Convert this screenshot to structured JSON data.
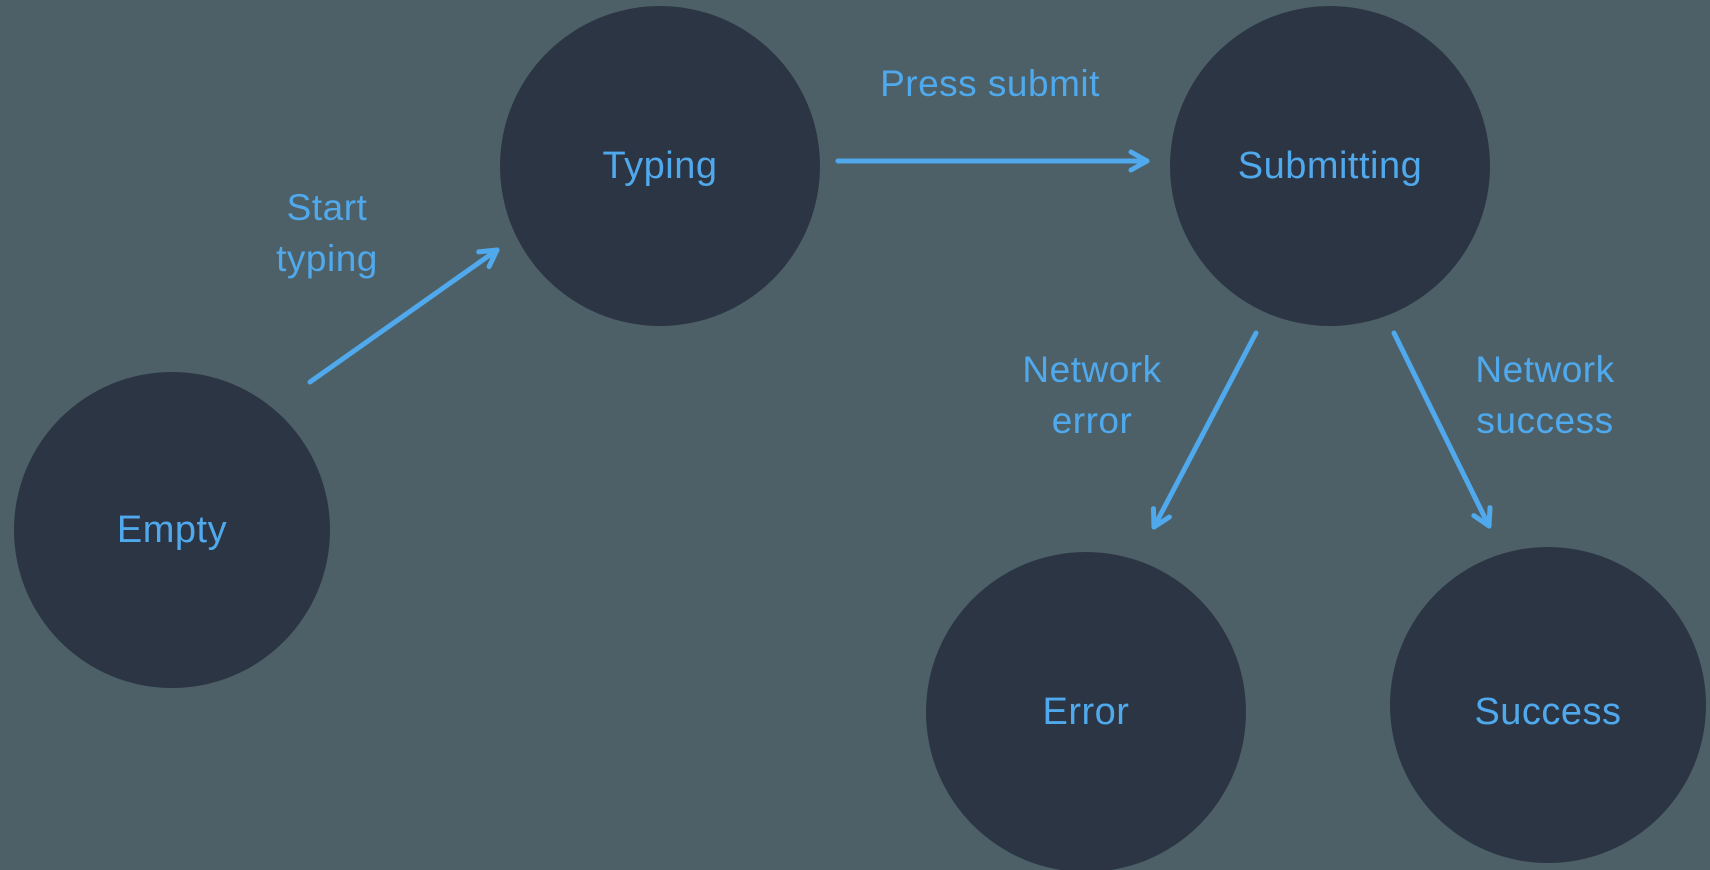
{
  "colors": {
    "background": "#4D6067",
    "node_fill": "#2C3543",
    "accent": "#4FA9EC"
  },
  "diagram_type": "state-machine",
  "nodes": [
    {
      "id": "empty",
      "label": "Empty"
    },
    {
      "id": "typing",
      "label": "Typing"
    },
    {
      "id": "submitting",
      "label": "Submitting"
    },
    {
      "id": "error",
      "label": "Error"
    },
    {
      "id": "success",
      "label": "Success"
    }
  ],
  "edges": [
    {
      "from": "empty",
      "to": "typing",
      "label": "Start typing",
      "lines": [
        "Start",
        "typing"
      ]
    },
    {
      "from": "typing",
      "to": "submitting",
      "label": "Press submit",
      "lines": [
        "Press submit"
      ]
    },
    {
      "from": "submitting",
      "to": "error",
      "label": "Network error",
      "lines": [
        "Network",
        "error"
      ]
    },
    {
      "from": "submitting",
      "to": "success",
      "label": "Network success",
      "lines": [
        "Network",
        "success"
      ]
    }
  ]
}
